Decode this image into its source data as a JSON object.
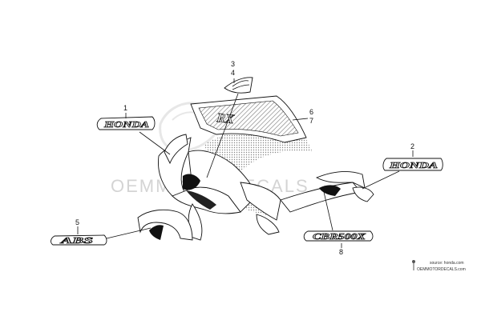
{
  "callouts": {
    "c1": "1",
    "c2": "2",
    "c3": "3",
    "c4": "4",
    "c5": "5",
    "c6": "6",
    "c7": "7",
    "c8": "8"
  },
  "decals": {
    "honda_left": "HONDA",
    "honda_right": "HONDA",
    "abs": "ABS",
    "model": "CBR500X"
  },
  "watermark": {
    "text": "OEMMOTORDECALS",
    "source_line1": "source: honda.com",
    "source_line2": "OEMMOTORDECALS.com"
  },
  "colors": {
    "line": "#111111",
    "watermark": "#d4d4d4",
    "background": "#ffffff"
  }
}
